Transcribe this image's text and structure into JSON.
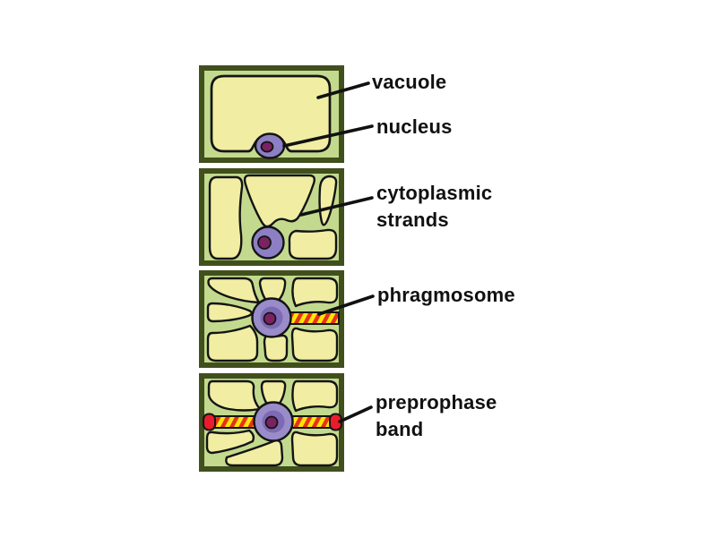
{
  "labels": {
    "vacuole": "vacuole",
    "nucleus": "nucleus",
    "cytoplasmic_strands": "cytoplasmic strands",
    "phragmosome": "phragmosome",
    "preprophase_band": "preprophase band"
  },
  "colors": {
    "background": "#ffffff",
    "cell_border_olive": "#414f1d",
    "cytoplasm_green": "#c3da8e",
    "vacuole_yellow": "#f1eea3",
    "outline_black": "#141414",
    "nucleus_purple": "#8d7fc4",
    "nucleus_outer_purple": "#998cc9",
    "nucleus_inner_purple": "#7e6ab4",
    "nucleolus_magenta": "#7b2263",
    "band_yellow": "#ffe607",
    "band_stripe_red": "#e63119",
    "preprophase_band_red": "#ea1c2c",
    "label_text": "#111111"
  }
}
